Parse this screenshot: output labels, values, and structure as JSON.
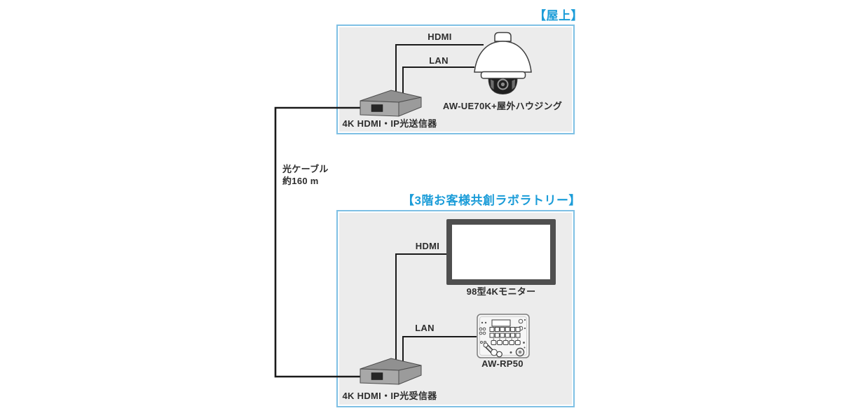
{
  "diagram": {
    "cable": {
      "name_label": "光ケーブル",
      "length_label": "約160 m"
    },
    "sections": [
      {
        "id": "rooftop",
        "title": "【屋上】",
        "connections": [
          {
            "label": "HDMI"
          },
          {
            "label": "LAN"
          }
        ],
        "devices": [
          {
            "type": "optical-transmitter",
            "label": "4K HDMI・IP光送信器"
          },
          {
            "type": "outdoor-dome-camera",
            "label": "AW-UE70K+屋外ハウジング"
          }
        ]
      },
      {
        "id": "lab-3f",
        "title": "【3階お客様共創ラボラトリー】",
        "connections": [
          {
            "label": "HDMI"
          },
          {
            "label": "LAN"
          }
        ],
        "devices": [
          {
            "type": "4k-monitor",
            "label": "98型4Kモニター"
          },
          {
            "type": "remote-camera-controller",
            "label": "AW-RP50"
          },
          {
            "type": "optical-receiver",
            "label": "4K HDMI・IP光受信器"
          }
        ]
      }
    ]
  },
  "colors": {
    "accent_blue": "#1b9cd8",
    "box_border": "#7ec0e4",
    "box_fill": "#ececec",
    "cable_line": "#1a1a1a",
    "label_text": "#2d2d2d",
    "device_gray": "#a8a8a8",
    "monitor_frame": "#4f4f4f"
  }
}
